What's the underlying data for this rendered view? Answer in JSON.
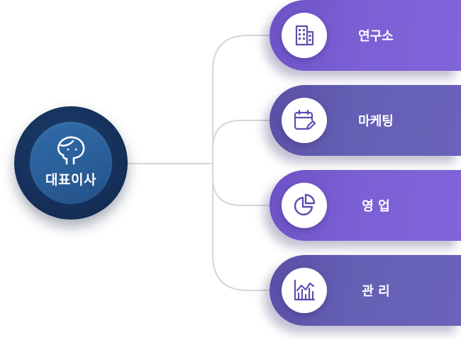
{
  "ceo": {
    "label": "대표이사",
    "icon": "person-face-icon"
  },
  "departments": [
    {
      "label": "연구소",
      "icon": "building-icon",
      "color": "#7b5fd4"
    },
    {
      "label": "마케팅",
      "icon": "calendar-edit-icon",
      "color": "#6460b4"
    },
    {
      "label": "영 업",
      "icon": "pie-chart-icon",
      "color": "#7b5fd4"
    },
    {
      "label": "관 리",
      "icon": "line-bar-chart-icon",
      "color": "#6460b4"
    }
  ],
  "colors": {
    "ceo_outer": "#15305a",
    "ceo_inner": "#2f6aa8",
    "connector": "#d6d6d6",
    "icon_stroke": "#5b4fb0"
  }
}
